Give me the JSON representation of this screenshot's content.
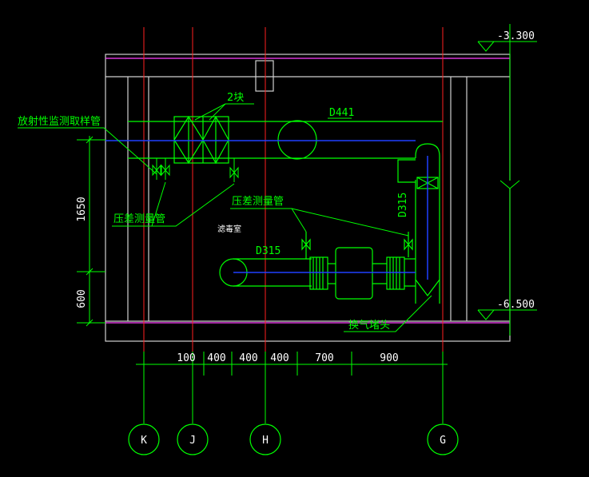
{
  "elevations": {
    "top": "-3.300",
    "bottom": "-6.500"
  },
  "labels": {
    "radiation_pipe": "放射性监测取样管",
    "blocks": "2块",
    "d441": "D441",
    "diff_pressure_pipe_left": "压差测量管",
    "diff_pressure_pipe_right": "压差测量管",
    "d315_left": "D315",
    "d315_right": "D315",
    "room": "滤毒室",
    "ventilation_hole": "换气堵头"
  },
  "dimensions": {
    "vertical": [
      "1650",
      "600"
    ],
    "horizontal": [
      "100",
      "400",
      "400",
      "400",
      "700",
      "900"
    ]
  },
  "axes": [
    "K",
    "J",
    "H",
    "G"
  ],
  "colors": {
    "line": "#00ff00",
    "axis": "#ff2020",
    "boundary": "#ff40ff",
    "pipe": "#2040ff",
    "wall": "#ffffff",
    "dim": "#00ff00"
  }
}
